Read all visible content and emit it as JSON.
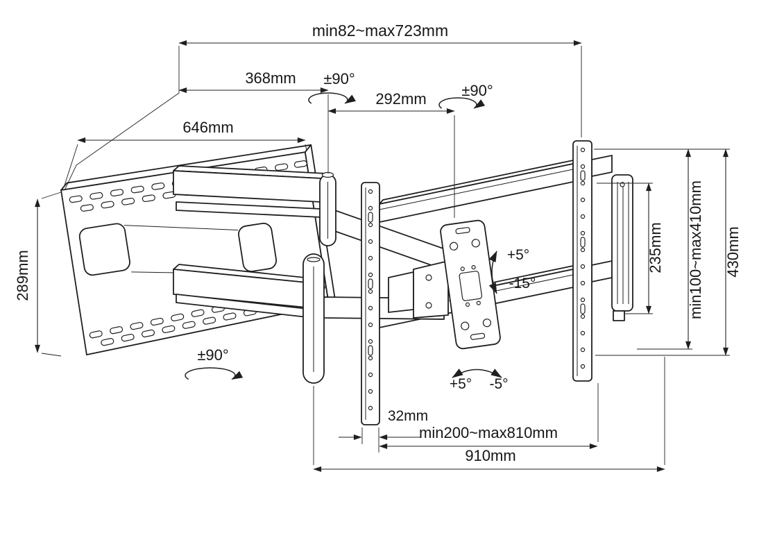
{
  "diagram": {
    "line_color": "#1f1f1f",
    "background": "#ffffff",
    "labels": {
      "extension_range": "min82~max723mm",
      "arm_368": "368mm",
      "arm_292": "292mm",
      "plate_width_646": "646mm",
      "plate_height_289": "289mm",
      "swivel_top_left": "±90°",
      "swivel_top_right": "±90°",
      "swivel_bottom": "±90°",
      "tilt_up": "+5°",
      "tilt_down": "-15°",
      "level_plus": "+5°",
      "level_minus": "-5°",
      "rail_width_32": "32mm",
      "vesa_horizontal_range": "min200~max810mm",
      "total_width_910": "910mm",
      "profile_height_235": "235mm",
      "vesa_vertical_range": "min100~max410mm",
      "bracket_height_430": "430mm"
    }
  }
}
